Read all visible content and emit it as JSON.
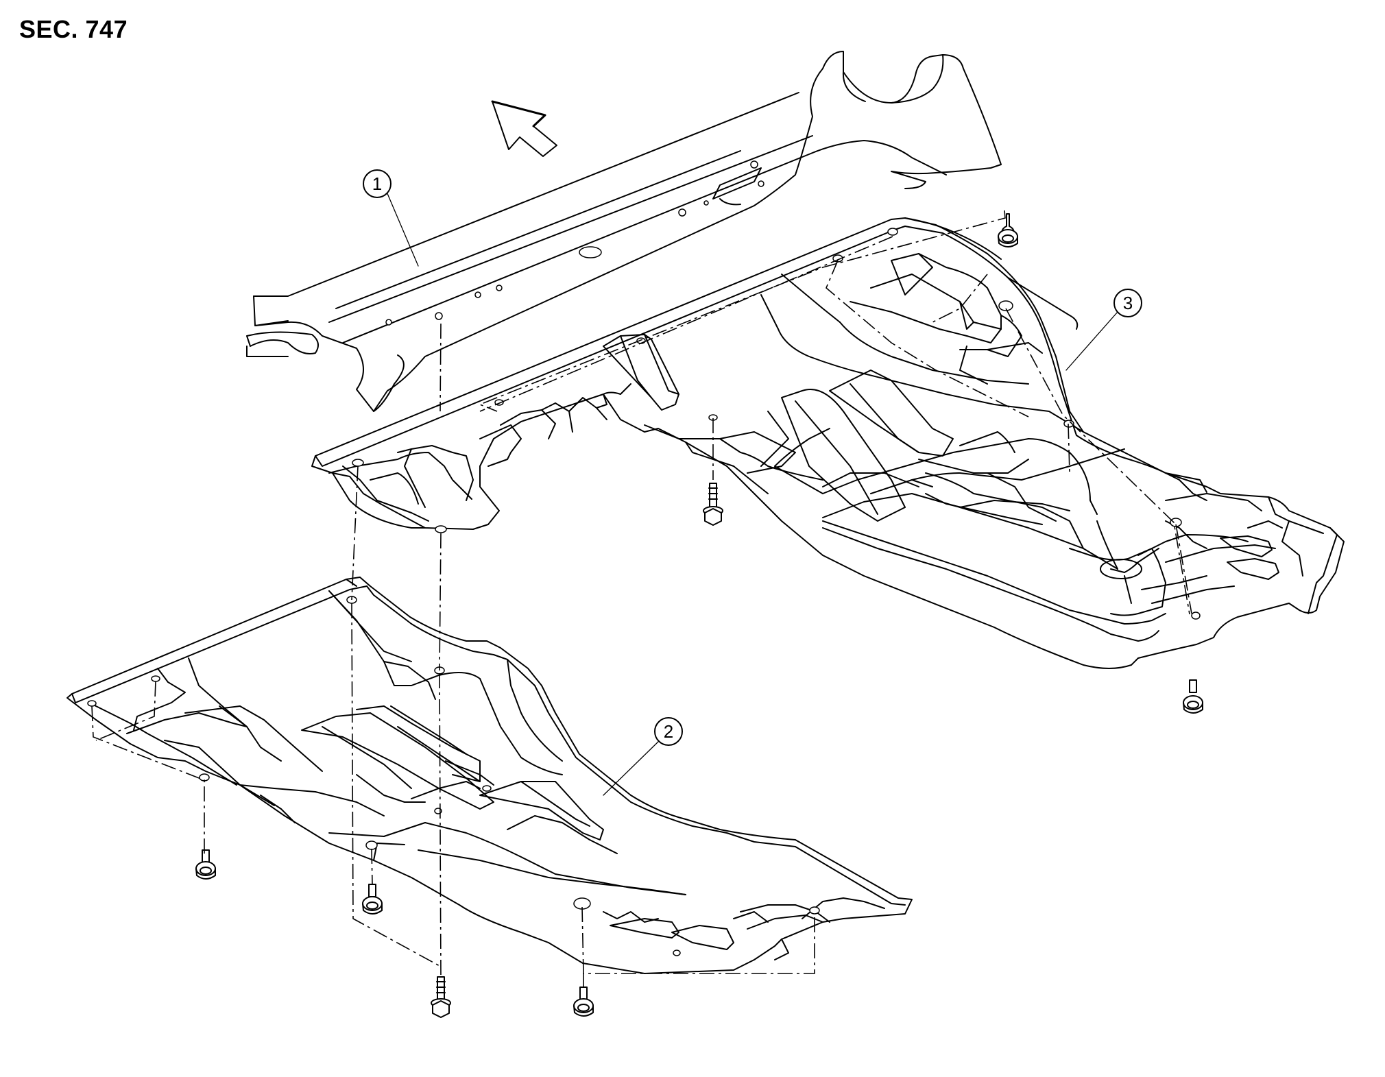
{
  "section_label": "SEC. 747",
  "callouts": [
    {
      "id": "1",
      "label": "1"
    },
    {
      "id": "2",
      "label": "2"
    },
    {
      "id": "3",
      "label": "3"
    }
  ],
  "icons": {
    "front_arrow": "front-direction-arrow-icon",
    "fastener": "clip-fastener-icon",
    "bolt": "bolt-icon"
  },
  "colors": {
    "line": "#000000",
    "background": "#ffffff"
  }
}
